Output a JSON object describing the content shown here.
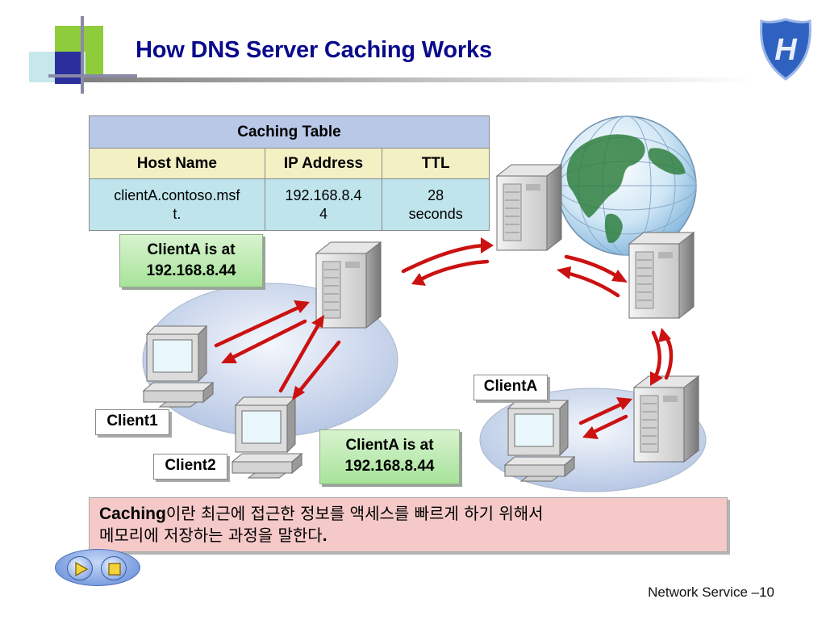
{
  "slide": {
    "title": "How DNS Server Caching Works"
  },
  "caching_table": {
    "caption": "Caching Table",
    "columns": [
      "Host Name",
      "IP Address",
      "TTL"
    ],
    "rows": [
      {
        "host_line1": "clientA.contoso.msf",
        "host_line2": "t.",
        "ip_line1": "192.168.8.4",
        "ip_line2": "4",
        "ttl_line1": "28",
        "ttl_line2": "seconds"
      }
    ]
  },
  "labels": {
    "clienta_top_line1": "ClientA is at",
    "clienta_top_line2": "192.168.8.44",
    "clienta_bottom_line1": "ClientA is at",
    "clienta_bottom_line2": "192.168.8.44",
    "client1": "Client1",
    "client2": "Client2",
    "clienta": "ClientA"
  },
  "note": {
    "bold_term": "Caching",
    "text_line1": "이란 최근에 접근한 정보를 액세스를 빠르게 하기 위해서",
    "text_line2": "메모리에 저장하는 과정을 말한다",
    "text_end": "."
  },
  "footer": {
    "text": "Network Service –",
    "page": "10"
  },
  "icons": {
    "logo": "shield-h-logo",
    "play": "play-icon",
    "stop": "stop-icon",
    "globe": "globe-icon"
  },
  "colors": {
    "title": "#0a0a8c",
    "arrow": "#cc1111",
    "table_caption": "#b8c8e6",
    "table_header": "#f3f0c4",
    "table_row": "#bfe4ec",
    "label_green": "#a7e39a",
    "note_bg": "#f6c9c9"
  }
}
